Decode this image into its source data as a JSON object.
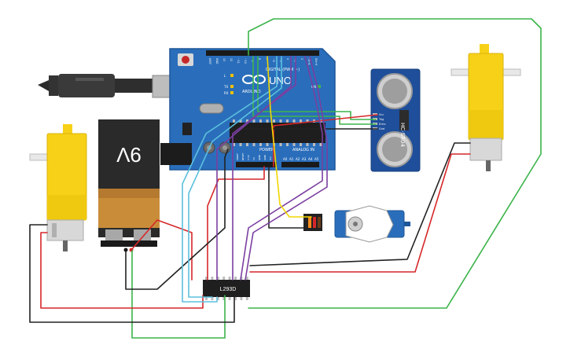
{
  "arduino": {
    "brand": "ARDUINO",
    "model": "UNO",
    "digital_label": "DIGITAL (PWM ~)",
    "power_label": "POWER",
    "analog_label": "ANALOG IN",
    "tx_label": "TX",
    "rx_label": "RX",
    "l_label": "L",
    "on_label": "ON",
    "power_pins": [
      "IOREF",
      "RESET",
      "3.3V",
      "5V",
      "GND",
      "GND",
      "Vin"
    ],
    "analog_pins": [
      "A0",
      "A1",
      "A2",
      "A3",
      "A4",
      "A5"
    ],
    "digital_pins": [
      "AREF",
      "GND",
      "13",
      "12",
      "~11",
      "~10",
      "~9",
      "8",
      "7",
      "~6",
      "~5",
      "4",
      "~3",
      "2",
      "TX→1",
      "RX←0"
    ]
  },
  "battery": {
    "label": "9V"
  },
  "driver": {
    "label": "L293D"
  },
  "ultrasonic": {
    "model": "HC-SR04",
    "pins": [
      "Vcc",
      "Trig",
      "Echo",
      "Gnd"
    ]
  },
  "colors": {
    "board": "#2a6ebb",
    "wire_red": "#d62728",
    "wire_black": "#222222",
    "wire_green": "#3cb44b",
    "wire_cyan": "#5bc0de",
    "wire_purple": "#7b3fa0",
    "wire_yellow": "#f2d600",
    "wire_orange": "#ff8c1a",
    "motor_yellow": "#f7d117"
  }
}
